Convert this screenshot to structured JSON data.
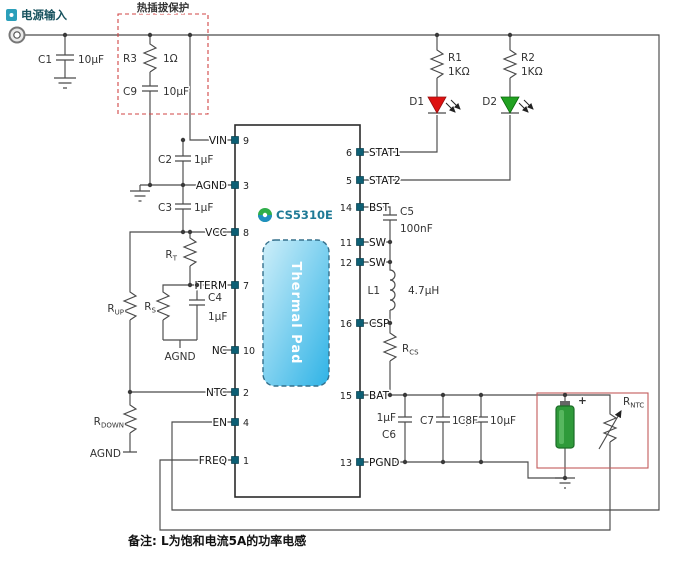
{
  "note": "备注: L为饱和电流5A的功率电感",
  "power_input": {
    "label": "电源输入"
  },
  "hot_swap": {
    "label": "热插拔保护"
  },
  "ic": {
    "name": "CS5310E",
    "thermal_pad": "Thermal Pad",
    "left_pins": [
      {
        "name": "VIN",
        "num": "9"
      },
      {
        "name": "AGND",
        "num": "3"
      },
      {
        "name": "VCC",
        "num": "8"
      },
      {
        "name": "ITERM",
        "num": "7"
      },
      {
        "name": "NC",
        "num": "10"
      },
      {
        "name": "NTC",
        "num": "2"
      },
      {
        "name": "EN",
        "num": "4"
      },
      {
        "name": "FREQ",
        "num": "1"
      }
    ],
    "right_pins": [
      {
        "name": "STAT1",
        "num": "6"
      },
      {
        "name": "STAT2",
        "num": "5"
      },
      {
        "name": "BST",
        "num": "14"
      },
      {
        "name": "SW",
        "num": "11"
      },
      {
        "name": "SW",
        "num": "12"
      },
      {
        "name": "CSP",
        "num": "16"
      },
      {
        "name": "BAT",
        "num": "15"
      },
      {
        "name": "PGND",
        "num": "13"
      }
    ]
  },
  "components": {
    "c1": {
      "name": "C1",
      "value": "10μF"
    },
    "r3": {
      "name": "R3",
      "value": "1Ω"
    },
    "c9": {
      "name": "C9",
      "value": "10μF"
    },
    "r1": {
      "name": "R1",
      "value": "1KΩ"
    },
    "r2": {
      "name": "R2",
      "value": "1KΩ"
    },
    "d1": {
      "name": "D1"
    },
    "d2": {
      "name": "D2"
    },
    "c2": {
      "name": "C2",
      "value": "1μF"
    },
    "c3": {
      "name": "C3",
      "value": "1μF"
    },
    "rt": {
      "name": "R",
      "sub": "T"
    },
    "rs": {
      "name": "R",
      "sub": "S"
    },
    "c4": {
      "name": "C4",
      "value": "1μF"
    },
    "rup": {
      "name": "R",
      "sub": "UP"
    },
    "rdown": {
      "name": "R",
      "sub": "DOWN"
    },
    "c5": {
      "name": "C5",
      "value": "100nF"
    },
    "l1": {
      "name": "L1",
      "value": "4.7μH"
    },
    "rcs": {
      "name": "R",
      "sub": "CS"
    },
    "c6": {
      "name": "C6",
      "value": "1μF"
    },
    "c7": {
      "name": "C7",
      "value": "10μF"
    },
    "c8": {
      "name": "C8",
      "value": "10μF"
    },
    "rntc": {
      "name": "R",
      "sub": "NTC"
    },
    "battery": {
      "plus": "+"
    }
  },
  "grounds": {
    "agnd_mid": "AGND",
    "agnd_bottom": "AGND"
  },
  "colors": {
    "wire": "#4a4a4a",
    "pin_square": "#0d5f74",
    "led_red": "#dd1111",
    "led_green": "#21a121",
    "thermal_pad_start": "#cdeef9",
    "thermal_pad_end": "#2fb3e6",
    "hot_swap_border": "#d04545",
    "battery_box_border": "#c25b5b",
    "battery_green": "#2f9a3a"
  }
}
